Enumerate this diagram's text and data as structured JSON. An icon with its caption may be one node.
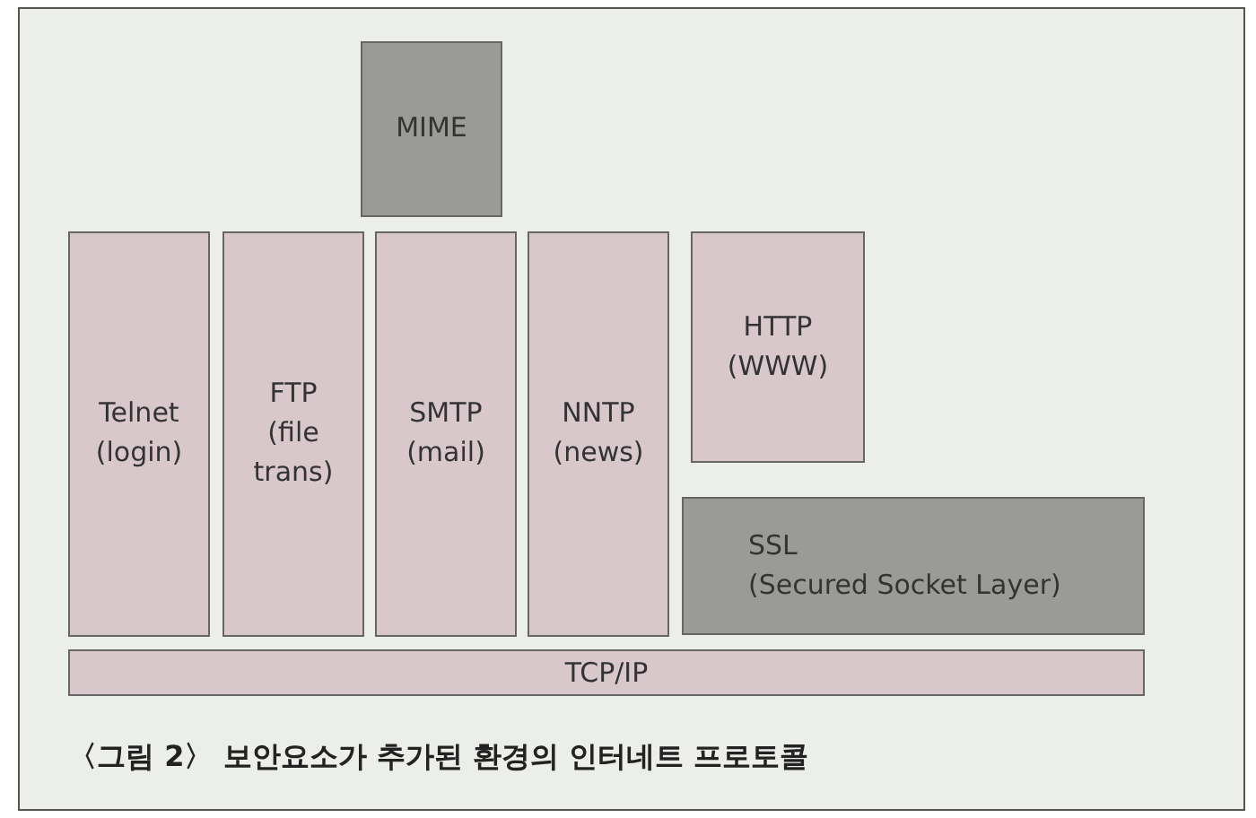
{
  "diagram": {
    "caption": "〈그림 2〉 보안요소가 추가된 환경의 인터네트 프로토콜",
    "nodes": [
      {
        "text": [
          "MIME"
        ]
      },
      {
        "text": [
          "Telnet",
          "(login)"
        ]
      },
      {
        "text": [
          "FTP",
          "(file trans)"
        ]
      },
      {
        "text": [
          "SMTP",
          "(mail)"
        ]
      },
      {
        "text": [
          "NNTP",
          "(news)"
        ]
      },
      {
        "text": [
          "HTTP",
          "(WWW)"
        ]
      },
      {
        "text": [
          "SSL",
          "(Secured Socket Layer)"
        ]
      },
      {
        "text": [
          "TCP/IP"
        ]
      }
    ],
    "edges": []
  }
}
